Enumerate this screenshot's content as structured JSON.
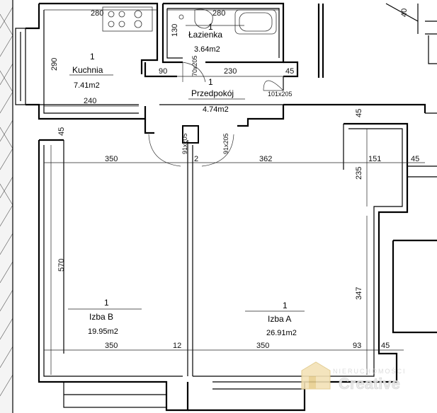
{
  "rooms": {
    "kuchnia": {
      "num": "1",
      "name": "Kuchnia",
      "area": "7.41m2"
    },
    "lazienka": {
      "num": "1",
      "name": "Łazienka",
      "area": "3.64m2"
    },
    "przedpokoj": {
      "num": "1",
      "name": "Przedpokój",
      "area": "4.74m2"
    },
    "izba_b": {
      "num": "1",
      "name": "Izba B",
      "area": "19.95m2"
    },
    "izba_a": {
      "num": "1",
      "name": "Izba A",
      "area": "26.91m2"
    }
  },
  "dimensions": {
    "kitchen_top": "280",
    "bath_top": "280",
    "bath_side": "130",
    "kitchen_side": "290",
    "kitchen_bottom": "240",
    "hall_left": "90",
    "hall_mid": "230",
    "hall_right": "45",
    "wall_left_45": "45",
    "wall_right_45": "45",
    "izba_b_top": "350",
    "partition_top": "2",
    "izba_a_top": "362",
    "a_side_235": "235",
    "a_right_151": "151",
    "a_right_45": "45",
    "izba_b_side": "570",
    "izba_a_side": "347",
    "izba_b_bottom": "350",
    "partition_bottom": "12",
    "izba_a_bottom": "350",
    "a_bottom_93": "93",
    "a_bottom_45": "45",
    "top_right": "40"
  },
  "doors": {
    "bath_door": "70x205",
    "entry_door": "101x205",
    "izba_b_door": "91x205",
    "izba_a_door": "91x205"
  },
  "watermark": {
    "brand": "Creative",
    "sub": "NIERUCHOMOŚCI"
  }
}
